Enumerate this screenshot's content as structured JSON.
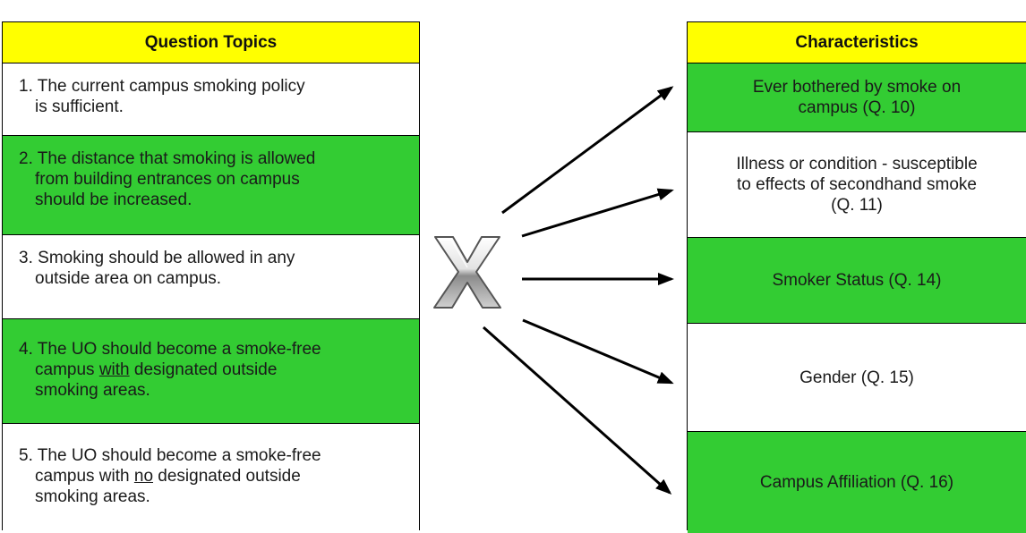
{
  "left": {
    "header": "Question Topics",
    "items": [
      {
        "number": "1.",
        "lines": [
          "The current campus smoking policy",
          "is sufficient."
        ]
      },
      {
        "number": "2.",
        "lines": [
          "The distance that smoking is allowed",
          "from building entrances on campus",
          "should be increased."
        ]
      },
      {
        "number": "3.",
        "lines": [
          "Smoking should be allowed in any",
          "outside area on campus."
        ]
      },
      {
        "number": "4.",
        "line1": "The UO should become a smoke-free",
        "line2_pre": "campus ",
        "line2_underlined": "with",
        "line2_post": " designated outside",
        "line3": "smoking areas."
      },
      {
        "number": "5.",
        "line1": "The UO should become a smoke-free",
        "line2_pre": "campus with ",
        "line2_underlined": "no",
        "line2_post": " designated outside",
        "line3": "smoking areas."
      }
    ]
  },
  "center": {
    "symbol": "X",
    "icon": "chrome-x-icon"
  },
  "right": {
    "header": "Characteristics",
    "items": [
      {
        "lines": [
          "Ever bothered by smoke on",
          "campus (Q. 10)"
        ]
      },
      {
        "lines": [
          "Illness or condition - susceptible",
          "to effects of secondhand smoke",
          "(Q. 11)"
        ]
      },
      {
        "lines": [
          "Smoker Status (Q. 14)"
        ]
      },
      {
        "lines": [
          "Gender (Q. 15)"
        ]
      },
      {
        "lines": [
          "Campus Affiliation (Q. 16)"
        ]
      }
    ]
  },
  "colors": {
    "header": "#ffff00",
    "green": "#33cc33",
    "white": "#ffffff"
  }
}
